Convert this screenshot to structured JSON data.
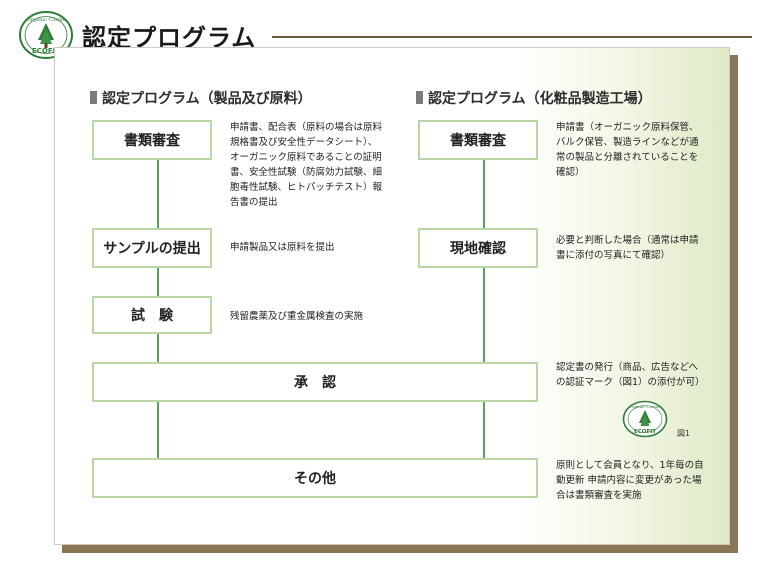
{
  "header": {
    "title": "認定プログラム",
    "logo_text_top": "Organic Cosme",
    "logo_text_bottom": "ECOFIT"
  },
  "left_section": {
    "heading": "認定プログラム（製品及び原料）",
    "steps": [
      {
        "label": "書類審査",
        "note": "申請書、配合表（原料の場合は原料規格書及び安全性データシート）、オーガニック原料であることの証明書、安全性試験（防腐効力試験、細胞毒性試験、ヒトパッチテスト）報告書の提出"
      },
      {
        "label": "サンプルの提出",
        "note": "申請製品又は原料を提出"
      },
      {
        "label": "試　験",
        "note": "残留農薬及び重金属検査の実施"
      }
    ]
  },
  "right_section": {
    "heading": "認定プログラム（化粧品製造工場）",
    "steps": [
      {
        "label": "書類審査",
        "note": "申請書（オーガニック原料保管、バルク保管、製造ラインなどが通常の製品と分離されていることを確認）"
      },
      {
        "label": "現地確認",
        "note": "必要と判断した場合（通常は申請書に添付の写真にて確認）"
      }
    ]
  },
  "shared_steps": [
    {
      "label": "承　認",
      "note": "認定書の発行（商品、広告などへの認証マーク（図1）の添付が可）"
    },
    {
      "label": "その他",
      "note": "原則として会員となり、1年毎の自動更新 申請内容に変更があった場合は書類審査を実施"
    }
  ],
  "figure": {
    "label": "図1",
    "seal_text_top": "Organic Cosme",
    "seal_text_bottom": "ECOFIT"
  },
  "colors": {
    "box_border": "#b9d7a5",
    "connector": "#5aa05a",
    "panel_shadow": "#8a7657",
    "title_rule": "#6b5a3a",
    "logo_green": "#2f7d3a"
  }
}
